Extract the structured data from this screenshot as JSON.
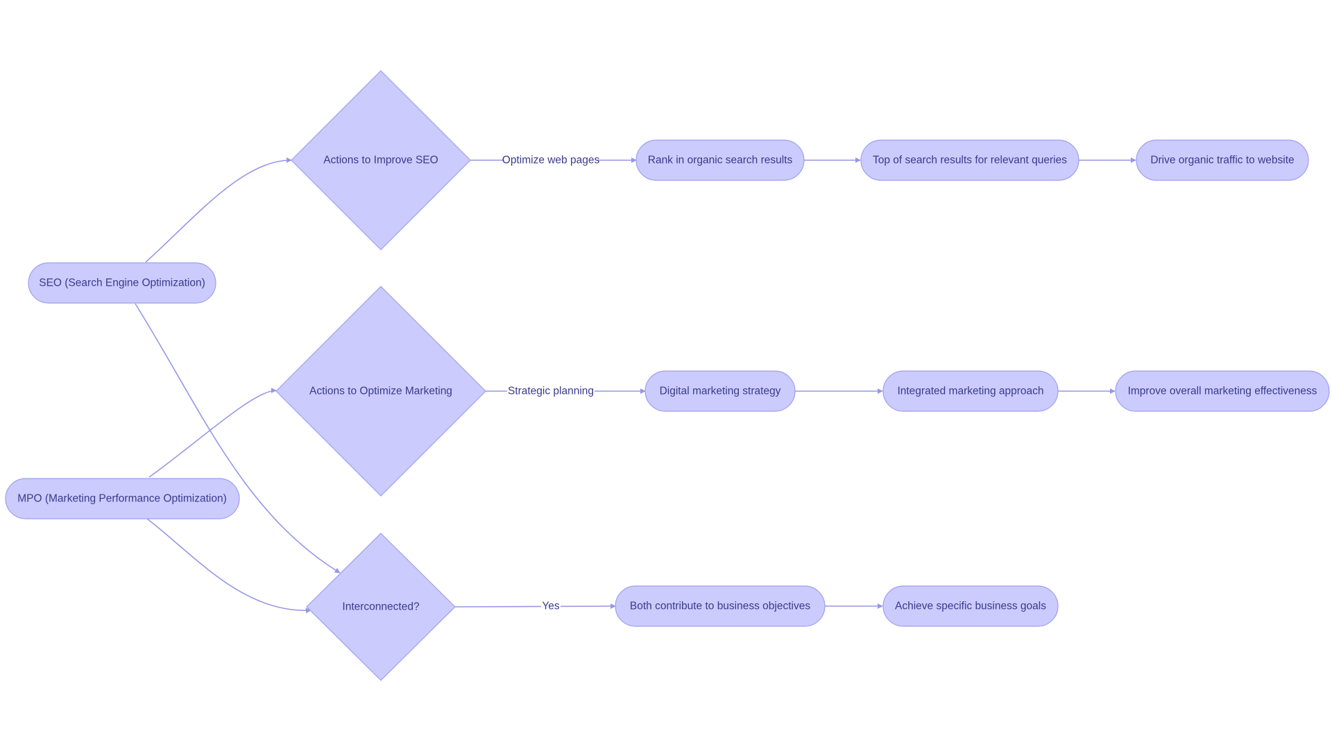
{
  "colors": {
    "node_fill": "#cbcbfd",
    "node_stroke": "#9e9ef0",
    "edge": "#9696e6",
    "text": "#3a3a8c",
    "label_bg": "#ffffff"
  },
  "nodes": {
    "seo": "SEO (Search Engine Optimization)",
    "mpo": "MPO (Marketing Performance Optimization)",
    "improve_seo": "Actions to Improve SEO",
    "optimize_marketing": "Actions to Optimize Marketing",
    "interconnected": "Interconnected?",
    "rank_organic": "Rank in organic search results",
    "top_results": "Top of search results for relevant queries",
    "drive_traffic": "Drive organic traffic to website",
    "digital_strategy": "Digital marketing strategy",
    "integrated_approach": "Integrated marketing approach",
    "improve_effectiveness": "Improve overall marketing effectiveness",
    "both_contribute": "Both contribute to business objectives",
    "achieve_goals": "Achieve specific business goals"
  },
  "edge_labels": {
    "optimize_web_pages": "Optimize web pages",
    "strategic_planning": "Strategic planning",
    "yes": "Yes"
  }
}
